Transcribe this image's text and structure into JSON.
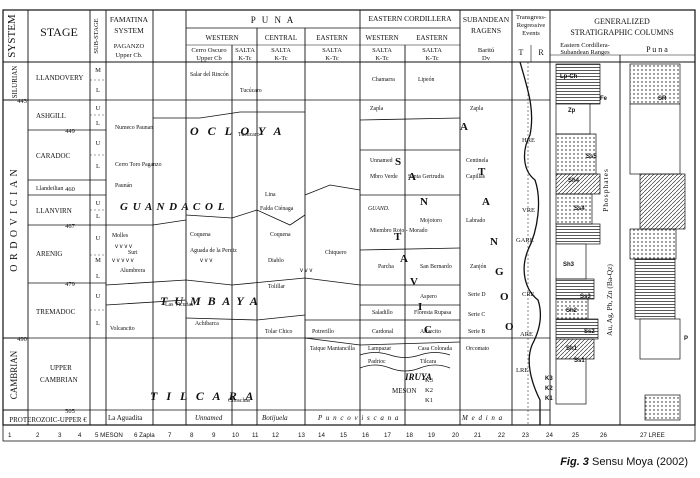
{
  "headers": {
    "system": "SYSTEM",
    "stage": "STAGE",
    "substage": "SUB-STAGE",
    "famatina_1": "FAMATINA",
    "famatina_2": "SYSTEM",
    "puna": "P  U  N  A",
    "western": "WESTERN",
    "central": "CENTRAL",
    "eastern": "EASTERN",
    "eastern_cordillera": "EASTERN CORDILLERA",
    "ec_western": "WESTERN",
    "ec_eastern": "EASTERN",
    "subandean_1": "SUBANDEAN",
    "subandean_2": "RAGENS",
    "tr_1": "Transgress-",
    "tr_2": "Regressive",
    "tr_3": "Events",
    "tr_t": "T",
    "tr_r": "R",
    "gen_1": "GENERALIZED",
    "gen_2": "STRATIGRAPHIC COLUMNS",
    "gen_ec": "Eastern Cordillera-",
    "gen_ec2": "Subandean Ranges",
    "gen_puna": "P u n a"
  },
  "col_units": [
    {
      "id": "fam",
      "l1": "PAGANZO",
      "l2": "Upper Cb."
    },
    {
      "id": "pw",
      "l1": "Cerro Oscuro",
      "l2": "Upper Cb"
    },
    {
      "id": "pw2",
      "l1": "SALTA",
      "l2": "K-Tc"
    },
    {
      "id": "pc",
      "l1": "SALTA",
      "l2": "K-Tc"
    },
    {
      "id": "pe",
      "l1": "SALTA",
      "l2": "K-Tc"
    },
    {
      "id": "ecw",
      "l1": "SALTA",
      "l2": "K-Tc"
    },
    {
      "id": "ece",
      "l1": "SALTA",
      "l2": "K-Tc"
    },
    {
      "id": "sub",
      "l1": "Baritú",
      "l2": "Dv"
    }
  ],
  "systems": {
    "silurian": "SILURIAN",
    "ordovician": "O R D O V I C I A N",
    "cambrian": "CAMBRIAN",
    "proterozoic": "PROTEROZOIC-UPPER €"
  },
  "stages": [
    "LLANDOVERY",
    "ASHGILL",
    "CARADOC",
    "Llandeilian",
    "LLANVIRN",
    "ARENIG",
    "TREMADOC",
    "UPPER",
    "CAMBRIAN"
  ],
  "ages": [
    "443",
    "449",
    "460",
    "467",
    "479",
    "490",
    "505"
  ],
  "substage_marks": [
    "M",
    "L",
    "U",
    "L",
    "U",
    "L",
    "U",
    "L",
    "U",
    "M",
    "L",
    "U",
    "L"
  ],
  "units": {
    "guandacol": "G U A N D A C O L",
    "tumbaya": "T  U  M  B  A  Y  A",
    "ocloya": "O  C  L  O  Y  A",
    "santa_victoria": "S A N T A   V I C T O R I A",
    "mesonwave": "IRUYA",
    "meson": "MESON",
    "iruya_k": [
      "K3",
      "K2",
      "K1"
    ],
    "tilcara": "T  I  L  C  A  R  A",
    "tilcara_sub": [
      "Unnamed",
      "Botijuela",
      "P u n c o v i s c a n a",
      "M e d i n a"
    ],
    "aguadita": "La Aguadita",
    "fm_names": [
      "Salar del Rincón",
      "Tucúcaro",
      "Tucúcaro",
      "Chamarra",
      "Lipeón",
      "Zapla",
      "Zapla",
      "Numeco Paunan",
      "Cerro Toro Paganzo",
      "Paunán",
      "Unnamed",
      "Mbro Verde",
      "Santa Gertrudis",
      "Centinela",
      "Capillas",
      "Lina",
      "Falda Ciénaga",
      "GUAND.",
      "Miembro Rojo - Morado",
      "Mojotoro",
      "Labrado",
      "Molles",
      "Suri",
      "Alumbrera",
      "Coquena",
      "Aguada de la Perdiz",
      "Coquena",
      "Diablo",
      "Chiquero",
      "Parcha",
      "San Bernardo",
      "Zanjón",
      "Tolillar",
      "Tolar Chico",
      "Las Vicuñas",
      "Aspero",
      "Serie D",
      "Volcancito",
      "Achibarca",
      "Saladillo",
      "Floresta Rupasa",
      "Serie C",
      "Cardonal",
      "Alfarcito",
      "Serie B",
      "Potrerillo",
      "Taique Mantancilla",
      "Lampazar",
      "Casa Colorada",
      "Padrioc",
      "Tilcara",
      "Orcomato",
      "Choschas"
    ],
    "event_labels": [
      "HRE",
      "VRE",
      "GARE",
      "CRE",
      "ARE",
      "LRE",
      "LREE"
    ],
    "column_ids": [
      "Lp-Ch",
      "Fe",
      "Zp",
      "Ss5",
      "Sh4",
      "Ss4",
      "Sh3",
      "Ss3",
      "Sh2",
      "Ss2",
      "Sh1",
      "Ss1",
      "K3",
      "K2",
      "K1",
      "SR",
      "P"
    ],
    "side_labels": [
      "Phosphates",
      "Au, Ag, Pb, Zn (Ba-Qz)"
    ]
  },
  "legend": [
    "1",
    "2",
    "3",
    "4",
    "5 MESON",
    "6 Zapla",
    "7",
    "8",
    "9",
    "10",
    "11",
    "12",
    "13",
    "14",
    "15",
    "16",
    "17",
    "18",
    "19",
    "20",
    "21",
    "22",
    "23",
    "24",
    "25",
    "26",
    "27 LREE"
  ],
  "caption": {
    "fig": "Fig. 3",
    "source": "Sensu Moya (2002)"
  }
}
